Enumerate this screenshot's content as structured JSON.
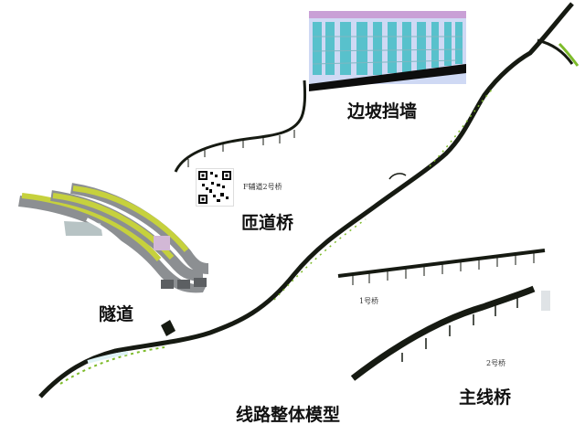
{
  "labels": {
    "retaining_wall": "边坡挡墙",
    "ramp_bridge": "匝道桥",
    "tunnel": "隧道",
    "main_bridge": "主线桥",
    "overall_model": "线路整体模型"
  },
  "small_labels": {
    "ramp_bridge_name": "F辅道2号桥",
    "bridge_1": "1号桥",
    "bridge_2": "2号桥"
  },
  "colors": {
    "road": "#161a12",
    "greenery": "#7dbb2a",
    "tunnel_concrete": "#8c8f92",
    "tunnel_grass": "#c6d13d",
    "building_facade": "#cfd9f4",
    "building_window": "#58c1cc",
    "building_top": "#c9a0d6"
  }
}
